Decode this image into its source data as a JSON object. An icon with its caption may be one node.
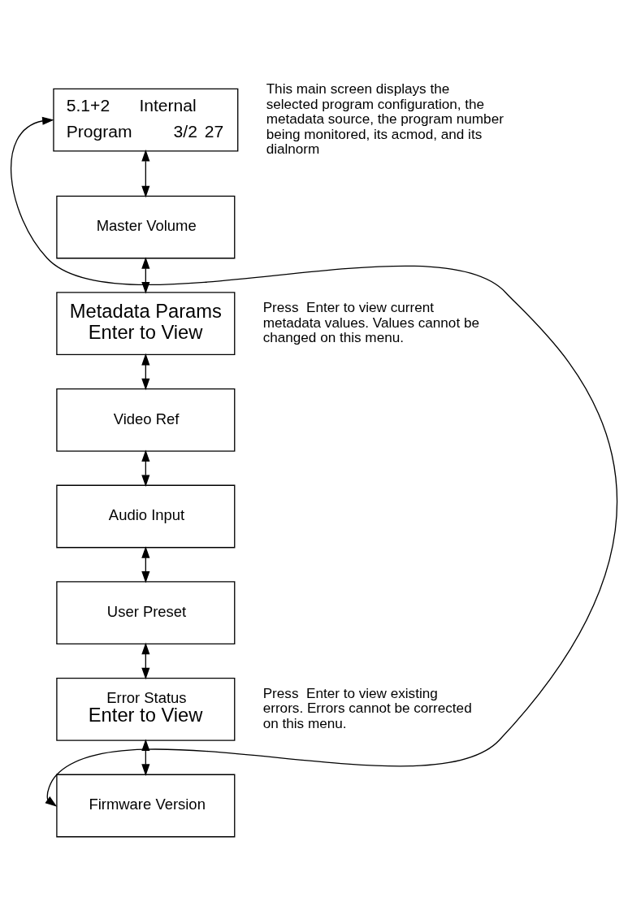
{
  "diagram": {
    "nodes": [
      {
        "text": [
          "5.1+2",
          "Internal",
          "Program",
          "3/2",
          "27"
        ],
        "beside": [
          "This main screen displays the selected program configuration, the metadata source, the program number being monitored, its acmod, and its dialnorm"
        ]
      },
      {
        "text": [
          "Master Volume"
        ]
      },
      {
        "text": [
          "Metadata Params",
          "Enter to View"
        ],
        "beside": [
          "Press  Enter to view current metadata values. Values cannot be changed on this menu."
        ]
      },
      {
        "text": [
          "Video Ref"
        ]
      },
      {
        "text": [
          "Audio Input"
        ]
      },
      {
        "text": [
          "User Preset"
        ]
      },
      {
        "text": [
          "Error Status",
          "Enter to View"
        ],
        "beside": [
          "Press  Enter to view existing errors. Errors cannot be corrected  on this menu."
        ]
      },
      {
        "text": [
          "Firmware Version"
        ]
      }
    ],
    "edges": [
      {
        "from": 0,
        "to": 1,
        "arrow": "both"
      },
      {
        "from": 1,
        "to": 2,
        "arrow": "both"
      },
      {
        "from": 2,
        "to": 3,
        "arrow": "both"
      },
      {
        "from": 3,
        "to": 4,
        "arrow": "both"
      },
      {
        "from": 4,
        "to": 5,
        "arrow": "both"
      },
      {
        "from": 5,
        "to": 6,
        "arrow": "both"
      },
      {
        "from": 6,
        "to": 7,
        "arrow": "both"
      },
      {
        "from": 7,
        "to": 0,
        "arrow": "both"
      }
    ]
  }
}
